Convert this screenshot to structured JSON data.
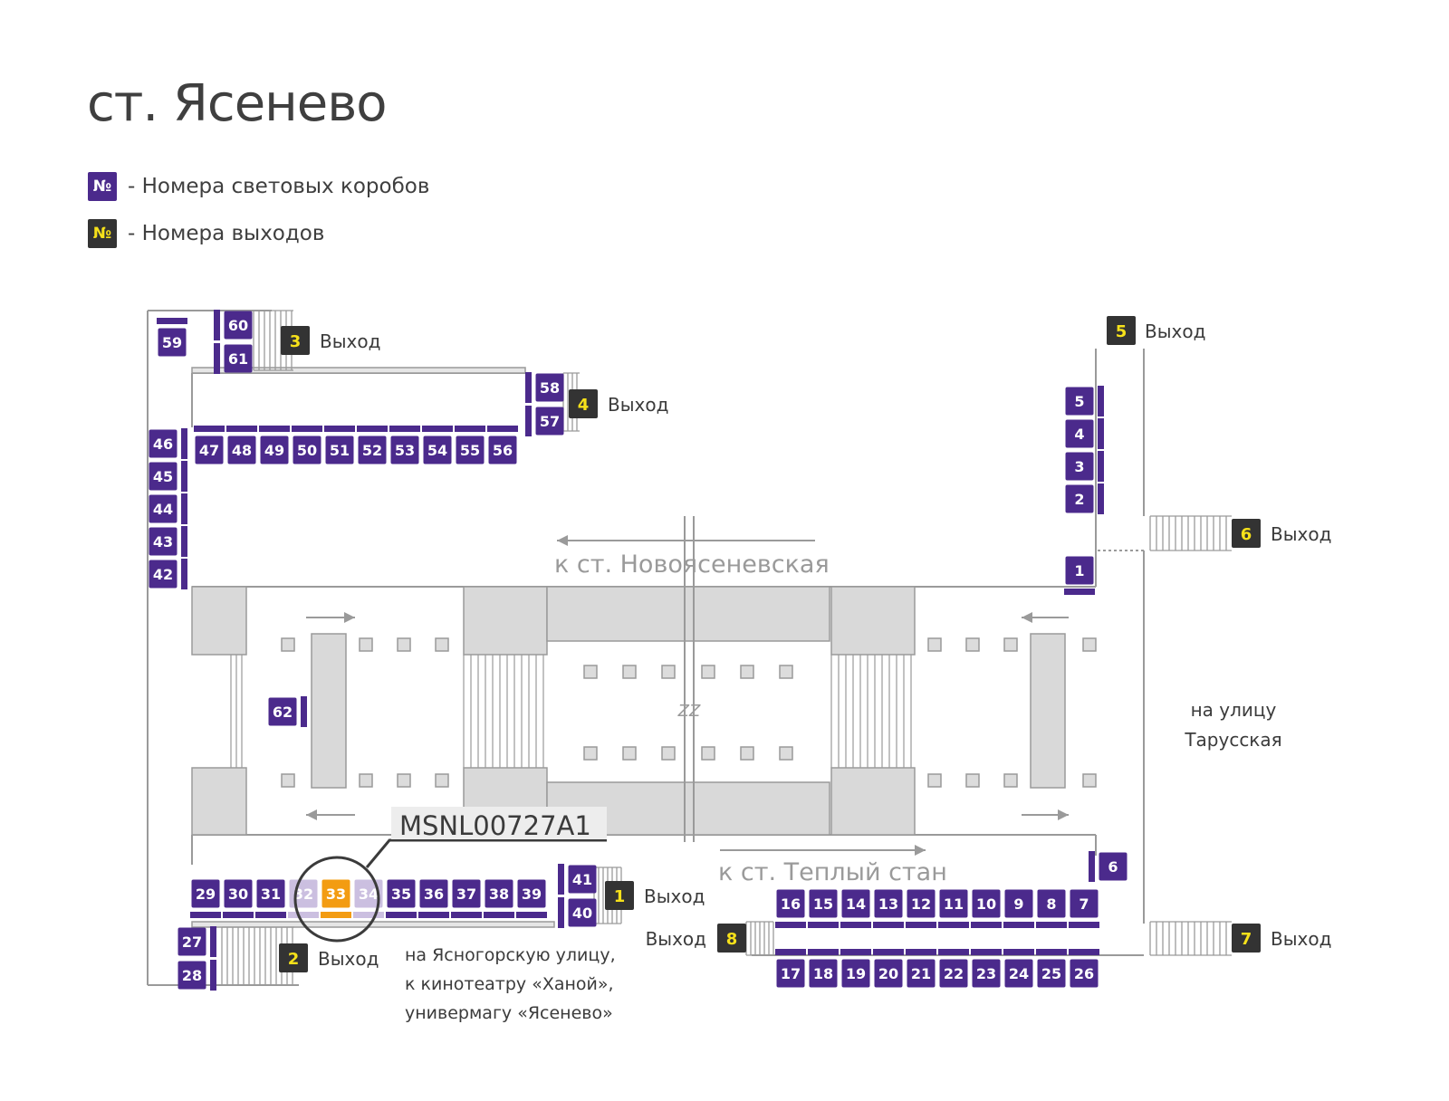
{
  "title": "ст. Ясенево",
  "legend": {
    "box_symbol": "№",
    "box_text": "- Номера световых коробов",
    "exit_symbol": "№",
    "exit_text": "- Номера выходов"
  },
  "colors": {
    "box": "#4b2a8c",
    "box_highlight": "#f39c12",
    "box_faded": "#cbbfe0",
    "exit_bg": "#333333",
    "exit_num": "#f6e11a",
    "outline": "#9a9a9a",
    "platform_fill": "#d9d9d9"
  },
  "exit_word": "Выход",
  "exits": [
    "1",
    "2",
    "3",
    "4",
    "5",
    "6",
    "7",
    "8"
  ],
  "boxes": [
    "1",
    "2",
    "3",
    "4",
    "5",
    "6",
    "7",
    "8",
    "9",
    "10",
    "11",
    "12",
    "13",
    "14",
    "15",
    "16",
    "17",
    "18",
    "19",
    "20",
    "21",
    "22",
    "23",
    "24",
    "25",
    "26",
    "27",
    "28",
    "29",
    "30",
    "31",
    "32",
    "33",
    "34",
    "35",
    "36",
    "37",
    "38",
    "39",
    "40",
    "41",
    "42",
    "43",
    "44",
    "45",
    "46",
    "47",
    "48",
    "49",
    "50",
    "51",
    "52",
    "53",
    "54",
    "55",
    "56",
    "57",
    "58",
    "59",
    "60",
    "61",
    "62"
  ],
  "highlighted_box": "33",
  "faded_boxes": [
    "32",
    "34"
  ],
  "callout_code": "MSNL00727A1",
  "directions": {
    "to_left": "к ст. Новоясеневская",
    "to_right": "к ст. Теплый стан"
  },
  "street_right": [
    "на улицу",
    "Тарусская"
  ],
  "street_bottom": [
    "на Ясногорскую улицу,",
    "к кинотеатру «Ханой»,",
    "универмагу «Ясенево»"
  ],
  "break_mark": "ZZ"
}
